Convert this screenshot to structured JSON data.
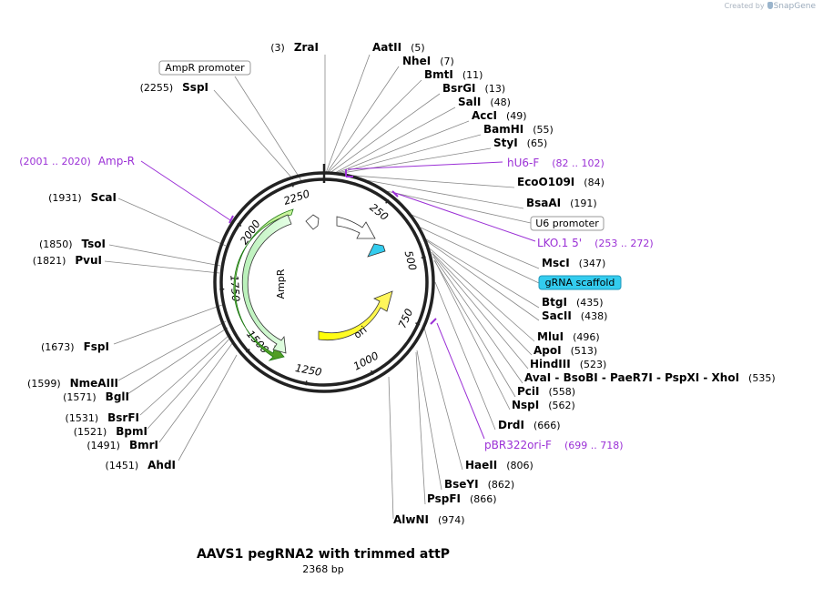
{
  "watermark": {
    "prefix": "Created by",
    "brand": "SnapGene"
  },
  "plasmid": {
    "name": "AAVS1 pegRNA2 with trimmed attP",
    "length_label": "2368 bp",
    "length_bp": 2368
  },
  "tick_labels": [
    "250",
    "500",
    "750",
    "1000",
    "1250",
    "1500",
    "1750",
    "2000",
    "2250"
  ],
  "sites": [
    {
      "name": "ZraI",
      "pos": "(3)"
    },
    {
      "name": "AatII",
      "pos": "(5)"
    },
    {
      "name": "NheI",
      "pos": "(7)"
    },
    {
      "name": "BmtI",
      "pos": "(11)"
    },
    {
      "name": "BsrGI",
      "pos": "(13)"
    },
    {
      "name": "SalI",
      "pos": "(48)"
    },
    {
      "name": "AccI",
      "pos": "(49)"
    },
    {
      "name": "BamHI",
      "pos": "(55)"
    },
    {
      "name": "StyI",
      "pos": "(65)"
    },
    {
      "name": "EcoO109I",
      "pos": "(84)"
    },
    {
      "name": "BsaAI",
      "pos": "(191)"
    },
    {
      "name": "MscI",
      "pos": "(347)"
    },
    {
      "name": "BtgI",
      "pos": "(435)"
    },
    {
      "name": "SacII",
      "pos": "(438)"
    },
    {
      "name": "MluI",
      "pos": "(496)"
    },
    {
      "name": "ApoI",
      "pos": "(513)"
    },
    {
      "name": "HindIII",
      "pos": "(523)"
    },
    {
      "name": "AvaI - BsoBI - PaeR7I - PspXI - XhoI",
      "pos": "(535)"
    },
    {
      "name": "PciI",
      "pos": "(558)"
    },
    {
      "name": "NspI",
      "pos": "(562)"
    },
    {
      "name": "DrdI",
      "pos": "(666)"
    },
    {
      "name": "HaeII",
      "pos": "(806)"
    },
    {
      "name": "BseYI",
      "pos": "(862)"
    },
    {
      "name": "PspFI",
      "pos": "(866)"
    },
    {
      "name": "AlwNI",
      "pos": "(974)"
    },
    {
      "name": "AhdI",
      "pos": "(1451)"
    },
    {
      "name": "BmrI",
      "pos": "(1491)"
    },
    {
      "name": "BpmI",
      "pos": "(1521)"
    },
    {
      "name": "BsrFI",
      "pos": "(1531)"
    },
    {
      "name": "BglI",
      "pos": "(1571)"
    },
    {
      "name": "NmeAIII",
      "pos": "(1599)"
    },
    {
      "name": "FspI",
      "pos": "(1673)"
    },
    {
      "name": "PvuI",
      "pos": "(1821)"
    },
    {
      "name": "TsoI",
      "pos": "(1850)"
    },
    {
      "name": "ScaI",
      "pos": "(1931)"
    },
    {
      "name": "SspI",
      "pos": "(2255)"
    }
  ],
  "primers": [
    {
      "name": "hU6-F",
      "range": "(82 .. 102)"
    },
    {
      "name": "LKO.1 5'",
      "range": "(253 .. 272)"
    },
    {
      "name": "pBR322ori-F",
      "range": "(699 .. 718)"
    },
    {
      "name": "Amp-R",
      "range": "(2001 .. 2020)"
    }
  ],
  "features": {
    "ampr_promoter": "AmpR promoter",
    "u6_promoter": "U6 promoter",
    "grna_scaffold": "gRNA scaffold",
    "ampr": "AmpR",
    "ori": "ori"
  },
  "colors": {
    "primer": "#9b30d6",
    "ampr_fill": "#ccffcc",
    "ampr_stroke": "#1e7a14",
    "ori_fill": "#ffff00",
    "scaffold_fill": "#33ccee",
    "backbone": "#333333"
  }
}
